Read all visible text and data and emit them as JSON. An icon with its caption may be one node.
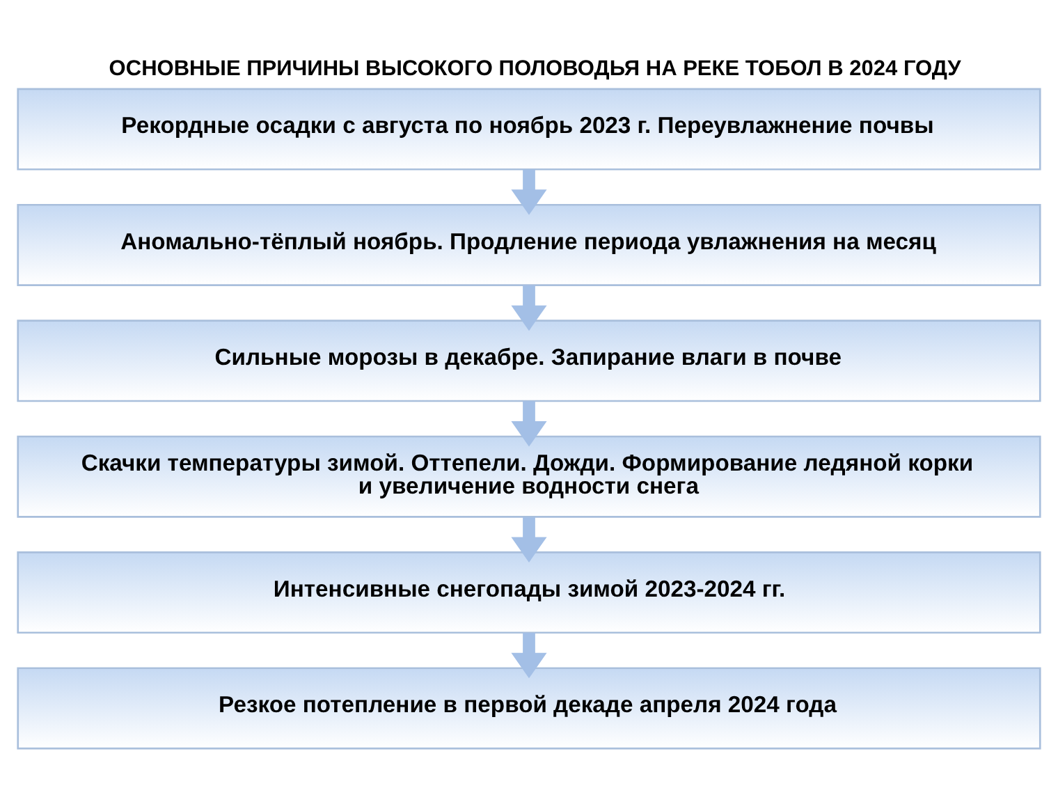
{
  "diagram": {
    "title": "ОСНОВНЫЕ ПРИЧИНЫ ВЫСОКОГО ПОЛОВОДЬЯ НА РЕКЕ ТОБОЛ В 2024 ГОДУ",
    "nodes": [
      {
        "text": [
          "Рекордные осадки с августа по ноябрь 2023 г. Переувлажнение почвы"
        ]
      },
      {
        "text": [
          "Аномально-тёплый ноябрь. Продление периода увлажнения на месяц"
        ]
      },
      {
        "text": [
          "Сильные морозы в декабре. Запирание влаги в почве"
        ]
      },
      {
        "text": [
          "Скачки температуры зимой. Оттепели. Дожди. Формирование ледяной корки и увеличение водности снега"
        ]
      },
      {
        "text": [
          "Интенсивные снегопады зимой 2023-2024 гг."
        ]
      },
      {
        "text": [
          "Резкое потепление в первой декаде апреля 2024 года"
        ]
      }
    ],
    "edges": [
      {
        "from": 0,
        "to": 1,
        "arrow": "to"
      },
      {
        "from": 1,
        "to": 2,
        "arrow": "to"
      },
      {
        "from": 2,
        "to": 3,
        "arrow": "to"
      },
      {
        "from": 3,
        "to": 4,
        "arrow": "to"
      },
      {
        "from": 4,
        "to": 5,
        "arrow": "to"
      }
    ]
  }
}
